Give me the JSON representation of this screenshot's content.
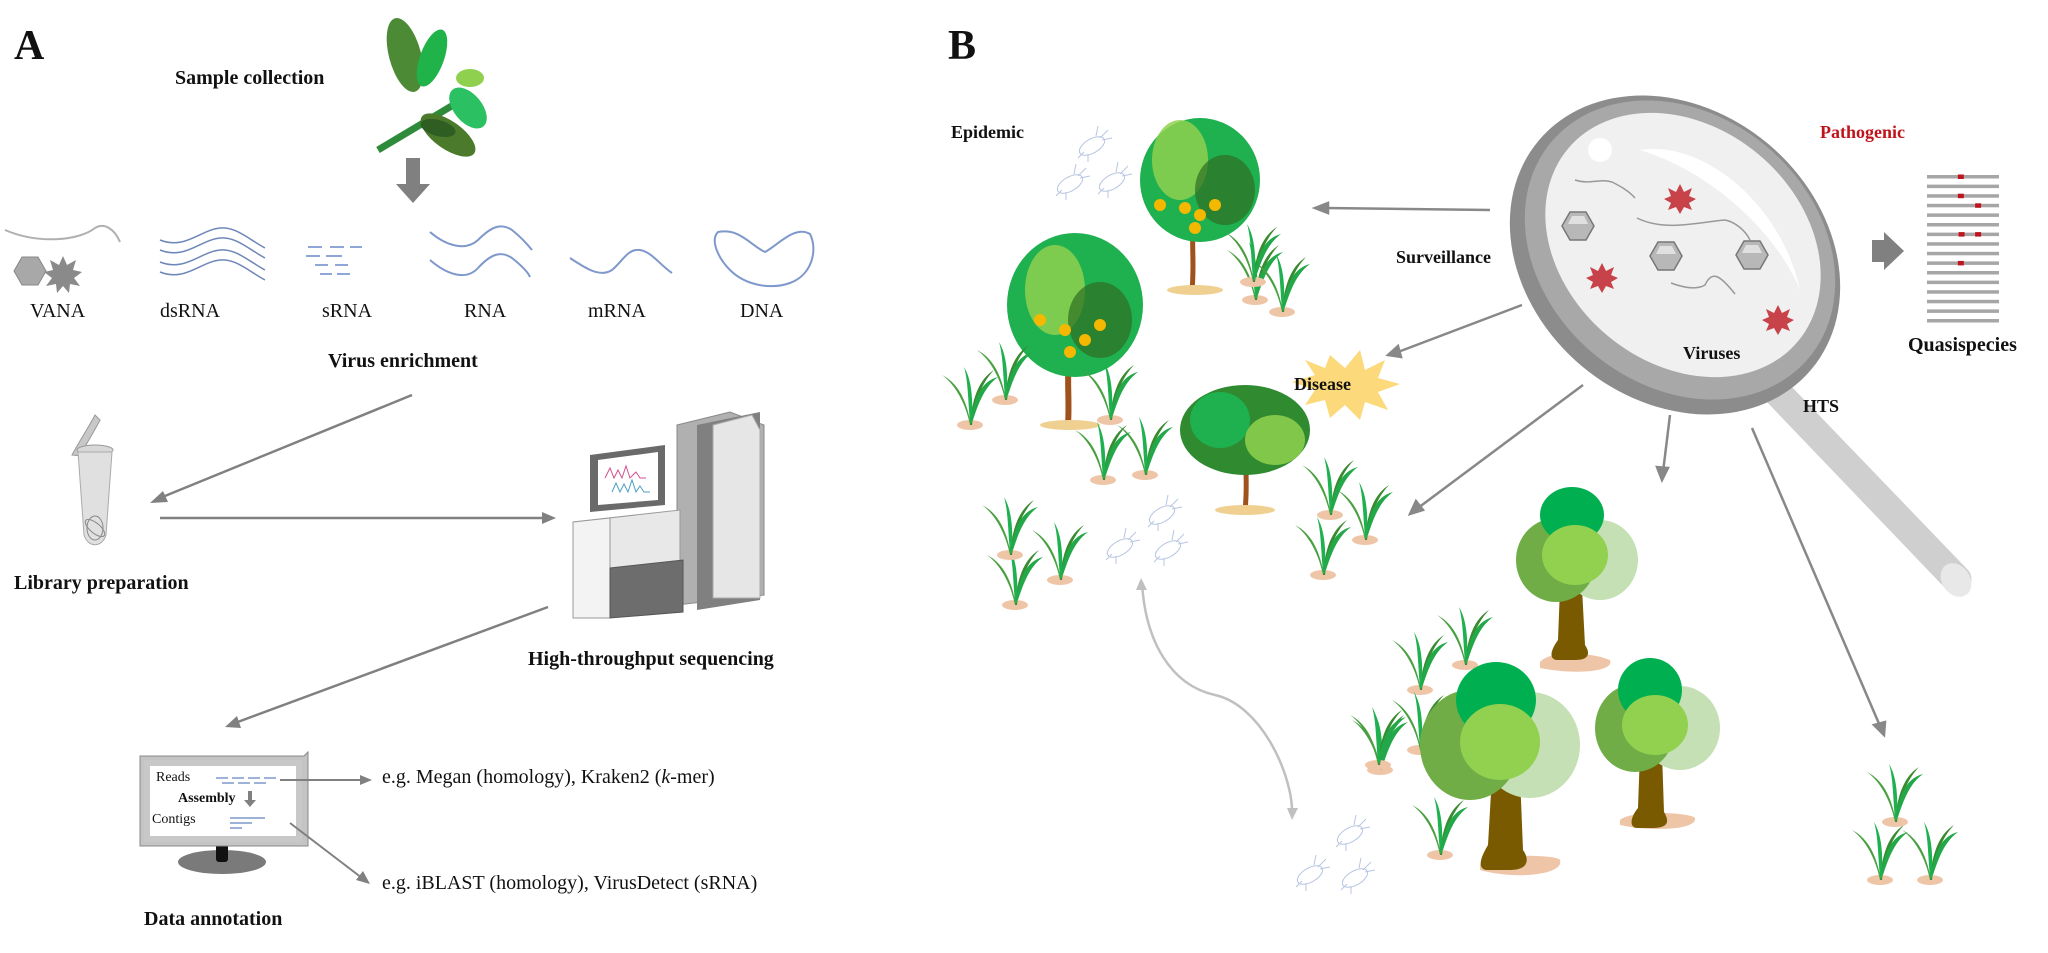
{
  "panel_a": {
    "letter": "A",
    "sample_collection": "Sample collection",
    "nucleic_types": [
      {
        "label": "VANA"
      },
      {
        "label": "dsRNA"
      },
      {
        "label": "sRNA"
      },
      {
        "label": "RNA"
      },
      {
        "label": "mRNA"
      },
      {
        "label": "DNA"
      }
    ],
    "virus_enrichment": "Virus enrichment",
    "library_preparation": "Library preparation",
    "hts": "High-throughput sequencing",
    "monitor": {
      "reads": "Reads",
      "assembly": "Assembly",
      "contigs": "Contigs"
    },
    "reads_tools_prefix": "e.g. Megan (homology), Kraken2 (",
    "reads_tools_italic": "k",
    "reads_tools_suffix": "-mer)",
    "contigs_tools": "e.g. iBLAST (homology), VirusDetect (sRNA)",
    "data_annotation": "Data annotation"
  },
  "panel_b": {
    "letter": "B",
    "epidemic": "Epidemic",
    "surveillance": "Surveillance",
    "disease": "Disease",
    "viruses": "Viruses",
    "pathogenic": "Pathogenic",
    "quasispecies": "Quasispecies",
    "hts": "HTS",
    "quasispecies_rows": 16,
    "colors": {
      "pathogenic": "#c0141c",
      "lens_rim": "#9a9a9a",
      "virus_red": "#c8424a",
      "disease_star": "#fcd97a",
      "tree_dark": "#00b050",
      "tree_light": "#92d050",
      "trunk": "#7a5a00"
    }
  }
}
